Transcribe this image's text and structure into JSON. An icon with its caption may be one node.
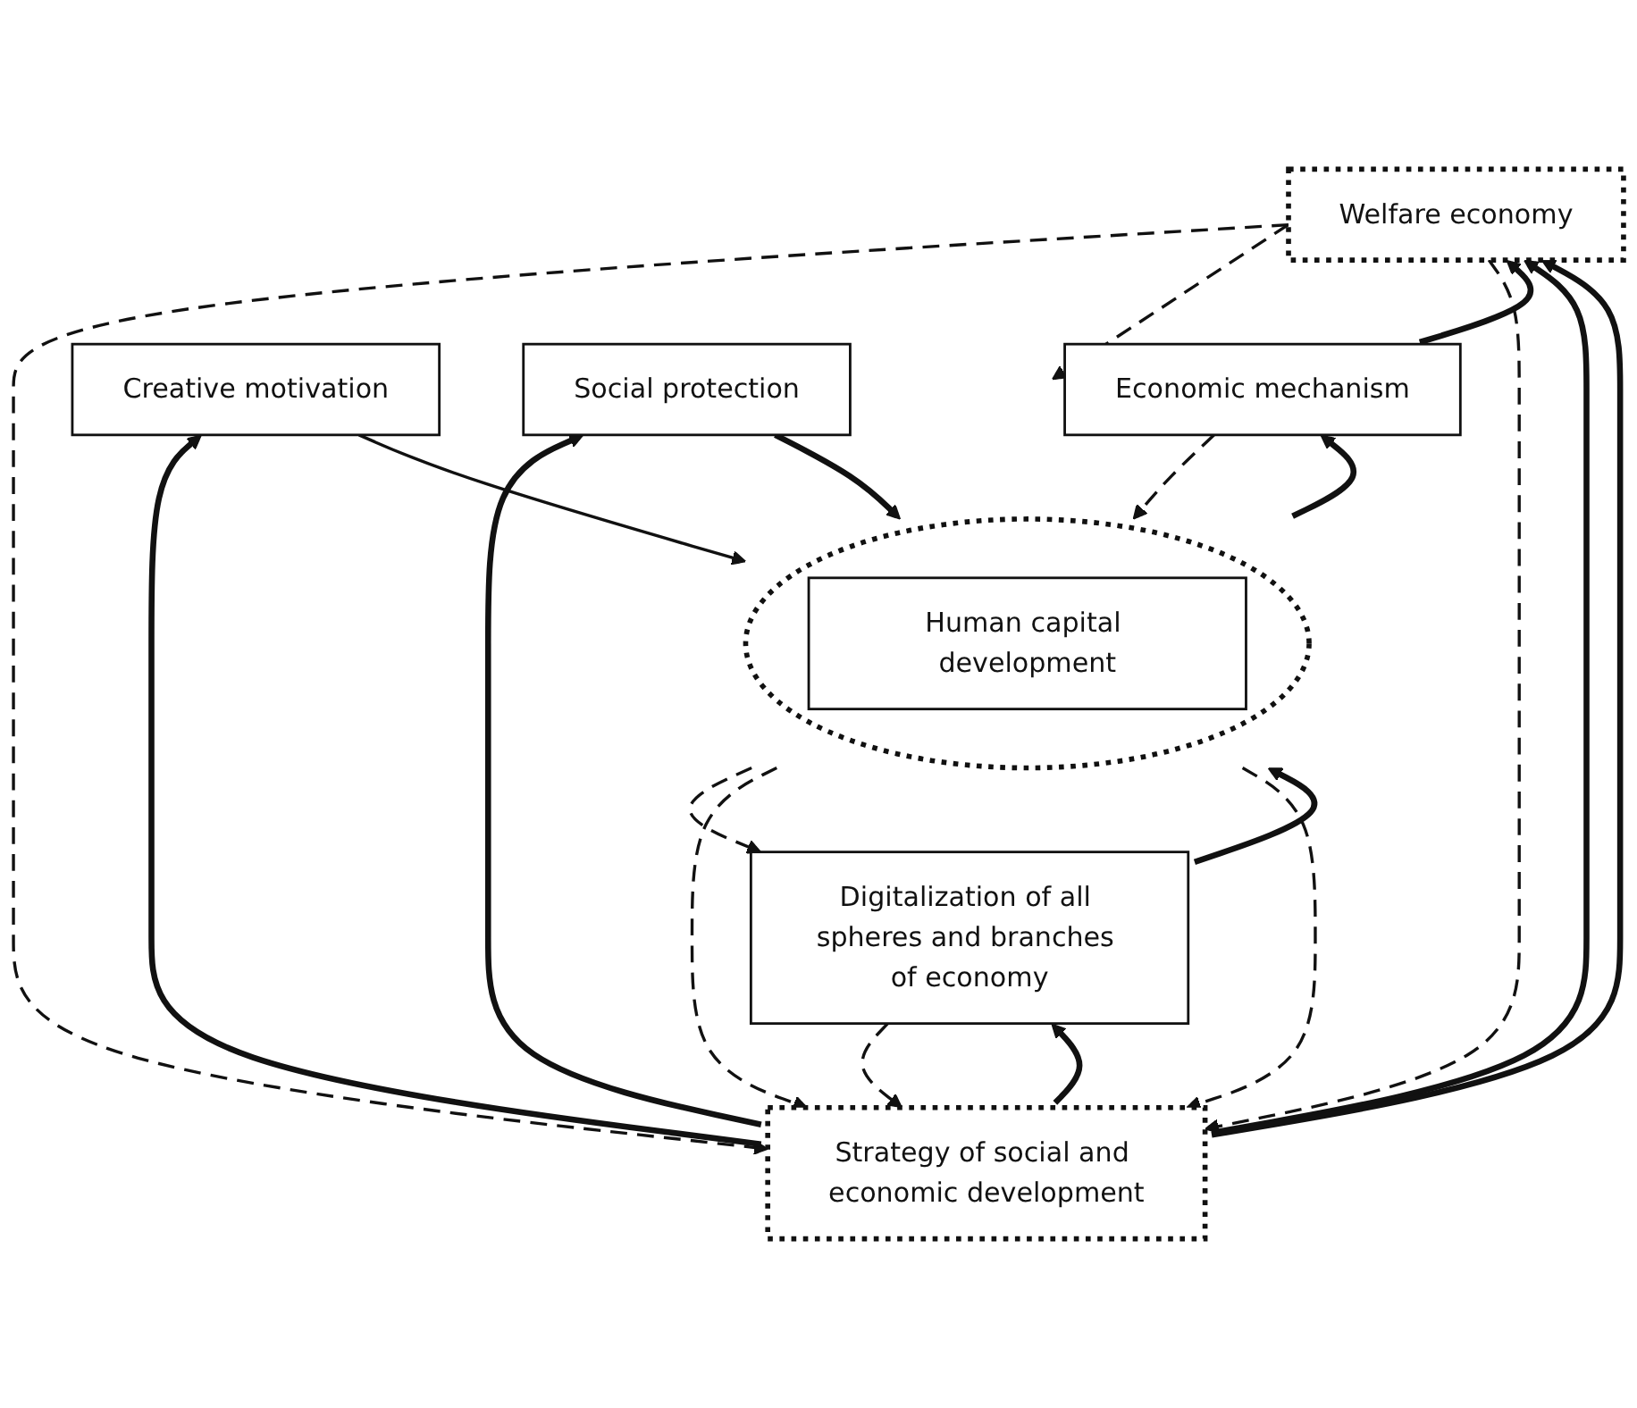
{
  "diagram": {
    "nodes": [
      {
        "text": [
          "Welfare economy"
        ]
      },
      {
        "text": [
          "Economic mechanism"
        ]
      },
      {
        "text": [
          "Creative motivation"
        ]
      },
      {
        "text": [],
        "shape": "circle"
      },
      {
        "text": [
          "Human capital development"
        ],
        "in": 3
      },
      {
        "text": [
          "Social protection"
        ]
      },
      {
        "text": [
          "Digitalization of all spheres and branches of economy"
        ]
      },
      {
        "text": [
          "Strategy of social and economic development"
        ]
      }
    ],
    "edges": [
      {
        "from": 0,
        "to": 1,
        "arrow": "to",
        "style": "dashed"
      },
      {
        "from": 1,
        "to": 3,
        "arrow": "to",
        "style": "dashed"
      },
      {
        "from": 2,
        "to": 3,
        "arrow": "to"
      },
      {
        "from": 5,
        "to": 3,
        "arrow": "to",
        "style": "thick"
      },
      {
        "from": 3,
        "to": 6,
        "arrow": "to",
        "style": "dashed"
      },
      {
        "from": 6,
        "to": 7,
        "arrow": "to",
        "style": "dashed"
      },
      {
        "from": 3,
        "to": 7,
        "arrow": "to",
        "style": "dashed"
      },
      {
        "from": 3,
        "to": 7,
        "arrow": "to",
        "style": "dashed"
      },
      {
        "from": 0,
        "to": 7,
        "arrow": "to",
        "style": "dashed"
      },
      {
        "from": 0,
        "to": 7,
        "arrow": "to",
        "style": "dashed"
      },
      {
        "from": 1,
        "to": 0,
        "arrow": "to",
        "style": "thick"
      },
      {
        "from": 3,
        "to": 1,
        "arrow": "to",
        "style": "thick"
      },
      {
        "from": 6,
        "to": 3,
        "arrow": "to",
        "style": "thick"
      },
      {
        "from": 7,
        "to": 6,
        "arrow": "to",
        "style": "thick"
      },
      {
        "from": 7,
        "to": 2,
        "arrow": "to",
        "style": "thick"
      },
      {
        "from": 7,
        "to": 5,
        "arrow": "to",
        "style": "thick"
      },
      {
        "from": 7,
        "to": 0,
        "arrow": "to",
        "style": "thick"
      },
      {
        "from": 7,
        "to": 0,
        "arrow": "to",
        "style": "thick"
      }
    ]
  }
}
